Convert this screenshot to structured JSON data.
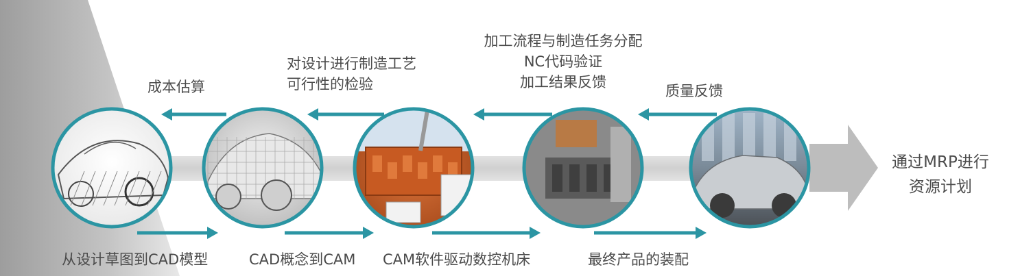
{
  "colors": {
    "teal": "#2B95A3",
    "text": "#4a4a4a",
    "band": "#d8d8d8",
    "bigArrow": "#bdbdbd",
    "sideGradient": "#9a9a9a"
  },
  "stages": [
    {
      "caption": "从设计草图到CAD模型",
      "image": "sketch-car-drawing"
    },
    {
      "caption": "CAD概念到CAM",
      "image": "cad-wireframe-car"
    },
    {
      "caption": "CAM软件驱动数控机床",
      "image": "cam-toolpath-screenshot"
    },
    {
      "caption": "最终产品的装配",
      "image": "machined-engine-block"
    },
    {
      "caption": "",
      "image": "finished-silver-car"
    }
  ],
  "feedback": [
    {
      "lines": [
        "成本估算"
      ]
    },
    {
      "lines": [
        "对设计进行制造工艺",
        "可行性的检验"
      ]
    },
    {
      "lines": [
        "加工流程与制造任务分配",
        "NC代码验证",
        "加工结果反馈"
      ]
    },
    {
      "lines": [
        "质量反馈"
      ]
    }
  ],
  "result": {
    "lines": [
      "通过MRP进行",
      "资源计划"
    ]
  }
}
